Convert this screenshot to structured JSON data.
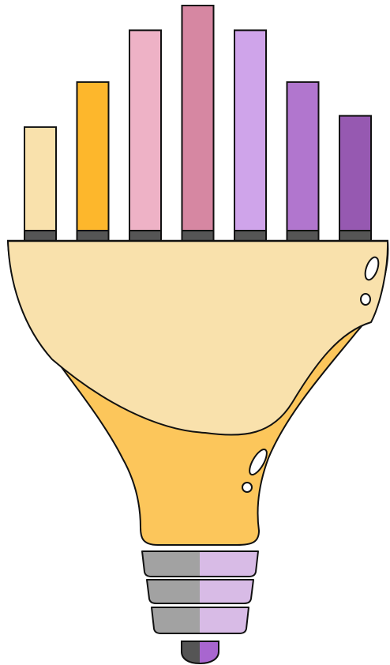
{
  "illustration": {
    "bars": [
      {
        "color": "#F9E1AC",
        "level": 0.46
      },
      {
        "color": "#FDB72C",
        "level": 0.66
      },
      {
        "color": "#EEB2C6",
        "level": 0.89
      },
      {
        "color": "#D687A2",
        "level": 1.0
      },
      {
        "color": "#CFA4EA",
        "level": 0.89
      },
      {
        "color": "#B176CE",
        "level": 0.66
      },
      {
        "color": "#9659B1",
        "level": 0.51
      }
    ],
    "colors": {
      "outline": "#111111",
      "bar_base": "#555555",
      "bulb_top": "#F9E1AC",
      "bulb_bottom": "#FCC65B",
      "screw_left": "#A2A2A2",
      "screw_right": "#D8BBE6",
      "tip_left": "#555555",
      "tip_right": "#A866CF"
    }
  }
}
